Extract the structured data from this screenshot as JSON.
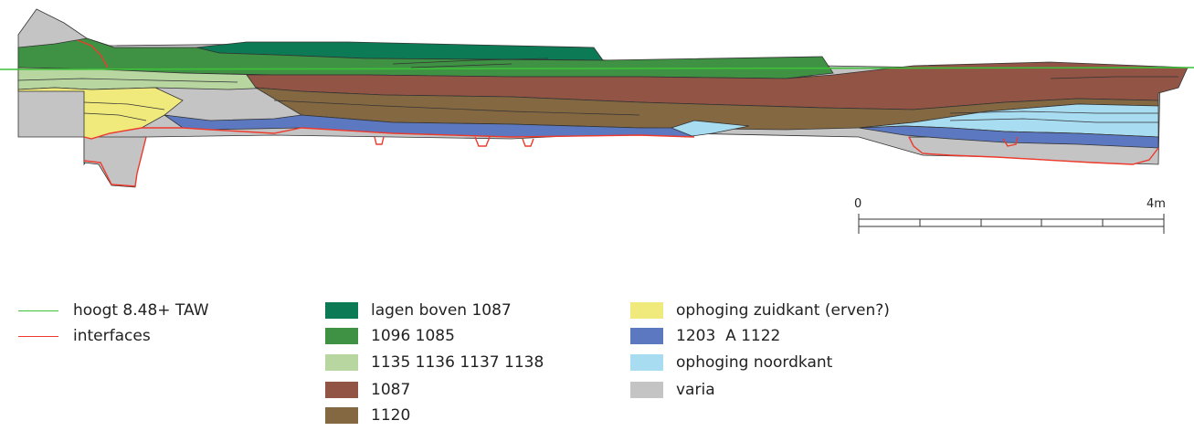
{
  "colors": {
    "lagen": "#0b7a55",
    "g1096": "#3f9243",
    "g1135": "#b7d6a0",
    "b1087": "#925445",
    "b1120": "#836842",
    "yellow": "#f0e97c",
    "blue": "#5b78c0",
    "lightblue": "#a8dcf1",
    "grey": "#c4c4c4",
    "green_line": "#3fbf3a",
    "red_line": "#ee3a2c"
  },
  "scale": {
    "start_label": "0",
    "end_label": "4m"
  },
  "legend": {
    "lines": [
      {
        "label": "hoogt 8.48+ TAW",
        "color": "#3fbf3a"
      },
      {
        "label": "interfaces",
        "color": "#ee3a2c"
      }
    ],
    "units_col1": [
      {
        "label": "lagen boven 1087",
        "color": "#0b7a55"
      },
      {
        "label": "1096 1085",
        "color": "#3f9243"
      },
      {
        "label": "1135 1136 1137 1138",
        "color": "#b7d6a0"
      },
      {
        "label": "1087",
        "color": "#925445"
      },
      {
        "label": "1120",
        "color": "#836842"
      }
    ],
    "units_col2": [
      {
        "label": "ophoging zuidkant (erven?)",
        "color": "#f0e97c"
      },
      {
        "label": "1203  A 1122",
        "color": "#5b78c0"
      },
      {
        "label": "ophoging noordkant",
        "color": "#a8dcf1"
      },
      {
        "label": "varia",
        "color": "#c4c4c4"
      }
    ]
  }
}
